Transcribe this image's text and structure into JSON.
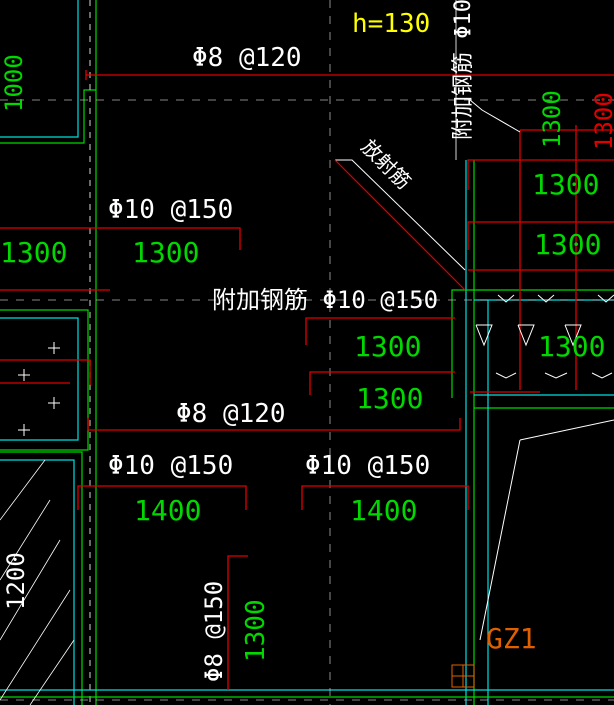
{
  "colors": {
    "background": "#000000",
    "rebar_line": "#e00000",
    "white_text": "#ffffff",
    "green_text": "#00d800",
    "yellow_text": "#ffff00",
    "cyan_line": "#00e0e0",
    "orange_text": "#e06000",
    "dim_line": "#b0b0b0"
  },
  "labels": {
    "h_value": "h=130",
    "top_vertical": "附加钢筋 Φ10",
    "rebar_120_top": "Φ8 @120",
    "rebar_120_mid": "Φ8 @120",
    "angled_note": "放射筋",
    "rebar_150_left": "Φ10 @150",
    "len_1300_left_a": "1300",
    "len_1300_left_b": "1300",
    "extra_rebar": "附加钢筋 Φ10 @150",
    "len_1300_mid_a": "1300",
    "len_1300_mid_b": "1300",
    "len_1300_right_a": "1300",
    "len_1300_right_b": "1300",
    "len_1300_right_c": "1300",
    "len_1300_right_top_a": "1300",
    "len_1300_right_top_b": "1300",
    "rebar_150_bl": "Φ10 @150",
    "rebar_150_br": "Φ10 @150",
    "len_1400_left": "1400",
    "len_1400_right": "1400",
    "rebar_vert_bottom": "Φ8 @150",
    "len_1300_vert_bottom": "1300",
    "len_left_edge_top": "1000",
    "len_left_vert_bottom": "1200",
    "column_tag": "GZ1"
  }
}
